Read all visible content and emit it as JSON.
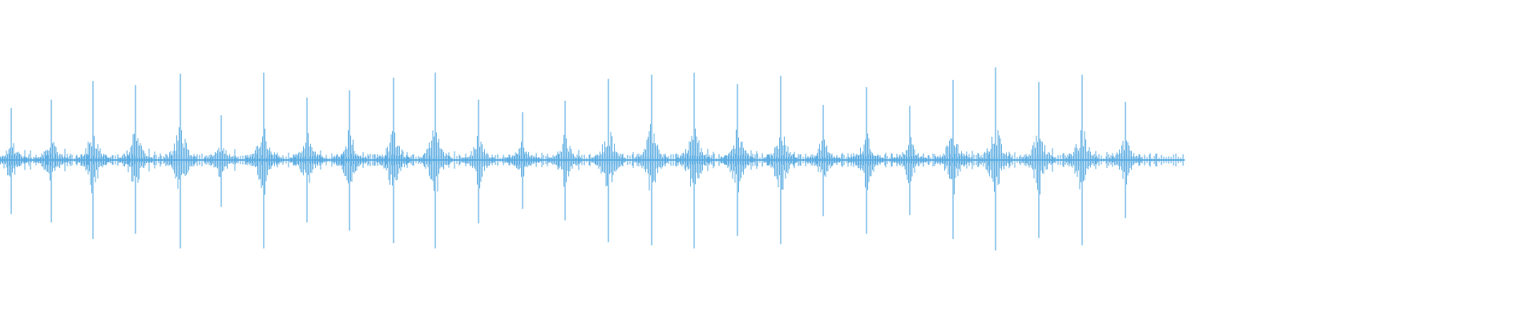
{
  "waveform": {
    "color": "#5DADE2",
    "background": "#ffffff",
    "units_total": 1920,
    "audio_end_fraction": 0.77,
    "peak_count": 27,
    "peaks": [
      {
        "t": 0.0052,
        "amp_up": 0.5,
        "amp_down": 0.52
      },
      {
        "t": 0.043,
        "amp_up": 0.58,
        "amp_down": 0.6
      },
      {
        "t": 0.0786,
        "amp_up": 0.76,
        "amp_down": 0.76
      },
      {
        "t": 0.1146,
        "amp_up": 0.72,
        "amp_down": 0.71
      },
      {
        "t": 0.1521,
        "amp_up": 0.83,
        "amp_down": 0.85
      },
      {
        "t": 0.1865,
        "amp_up": 0.43,
        "amp_down": 0.45
      },
      {
        "t": 0.2229,
        "amp_up": 0.84,
        "amp_down": 0.85
      },
      {
        "t": 0.2589,
        "amp_up": 0.6,
        "amp_down": 0.6
      },
      {
        "t": 0.2953,
        "amp_up": 0.67,
        "amp_down": 0.68
      },
      {
        "t": 0.3323,
        "amp_up": 0.79,
        "amp_down": 0.8
      },
      {
        "t": 0.3677,
        "amp_up": 0.84,
        "amp_down": 0.85
      },
      {
        "t": 0.4042,
        "amp_up": 0.58,
        "amp_down": 0.61
      },
      {
        "t": 0.4411,
        "amp_up": 0.46,
        "amp_down": 0.47
      },
      {
        "t": 0.4771,
        "amp_up": 0.57,
        "amp_down": 0.58
      },
      {
        "t": 0.5135,
        "amp_up": 0.78,
        "amp_down": 0.79
      },
      {
        "t": 0.55,
        "amp_up": 0.82,
        "amp_down": 0.82
      },
      {
        "t": 0.5859,
        "amp_up": 0.84,
        "amp_down": 0.85
      },
      {
        "t": 0.6224,
        "amp_up": 0.73,
        "amp_down": 0.73
      },
      {
        "t": 0.6589,
        "amp_up": 0.81,
        "amp_down": 0.81
      },
      {
        "t": 0.6948,
        "amp_up": 0.53,
        "amp_down": 0.54
      },
      {
        "t": 0.7313,
        "amp_up": 0.7,
        "amp_down": 0.71
      },
      {
        "t": 0.7677,
        "amp_up": 0.52,
        "amp_down": 0.53
      },
      {
        "t": 0.8042,
        "amp_up": 0.77,
        "amp_down": 0.76
      },
      {
        "t": 0.8401,
        "amp_up": 0.89,
        "amp_down": 0.87
      },
      {
        "t": 0.8766,
        "amp_up": 0.75,
        "amp_down": 0.75
      },
      {
        "t": 0.9135,
        "amp_up": 0.82,
        "amp_down": 0.82
      },
      {
        "t": 0.95,
        "amp_up": 0.56,
        "amp_down": 0.56
      }
    ]
  }
}
